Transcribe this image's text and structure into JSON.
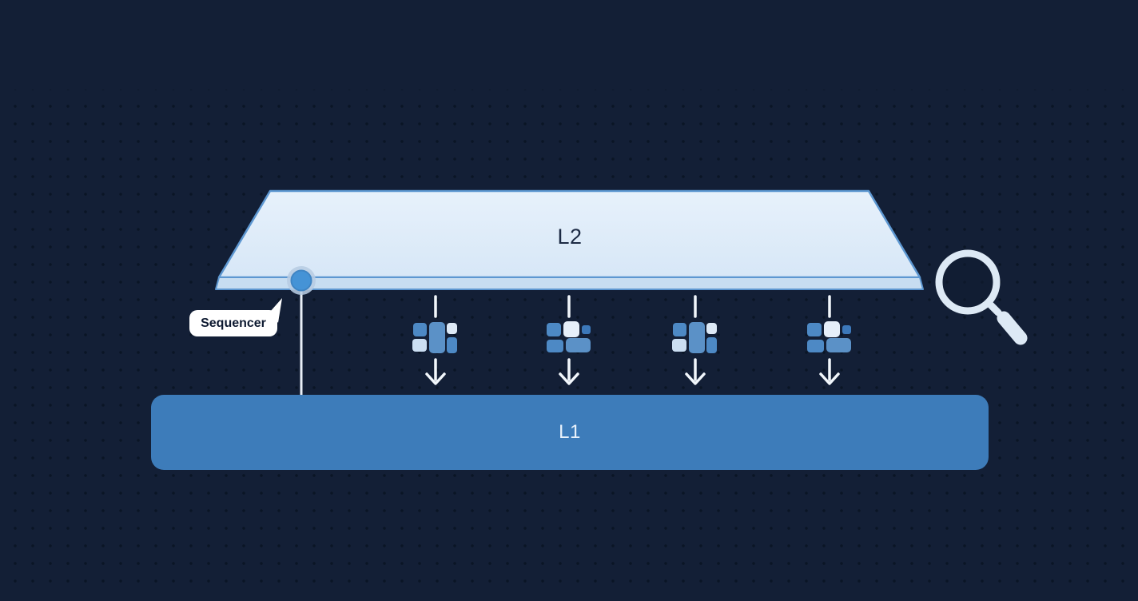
{
  "diagram": {
    "description": "Layer-2 rollup diagram: an L2 plane posts batched data down to the L1 chain via a sequencer",
    "l2": {
      "label": "L2"
    },
    "l1": {
      "label": "L1"
    },
    "sequencer": {
      "label": "Sequencer"
    },
    "batches": {
      "count": 4,
      "icon_name": "data-batch-blocks-icon",
      "arrow_name": "down-arrow"
    },
    "icons": {
      "magnifier": "magnifying-glass-icon",
      "sequencer_node": "sequencer-node-dot"
    },
    "colors": {
      "background": "#131f36",
      "dot_grid": "#0a1424",
      "l2_face_top": "#e7f1fb",
      "l2_face_bottom": "#d7e7f7",
      "l2_edge_band": "#c7ddf1",
      "l2_border": "#5d97d1",
      "l2_text": "#1c2a44",
      "l1_fill": "#3d7cba",
      "l1_text": "#e9f2fb",
      "sequencer_node": "#4593d6",
      "sequencer_node_ring": "#b7cce2",
      "connector_line": "#e9eff7",
      "arrow": "#f2f7fc",
      "tile_medium_blue": "#4d89c5",
      "tile_steel_blue": "#5b91c7",
      "tile_light_blue": "#cbdef2",
      "tile_white_blue": "#e6effa",
      "tile_dark_blue": "#3c78ba",
      "magnifier": "#dde9f5",
      "bubble_background": "#ffffff",
      "bubble_text": "#0d1930"
    }
  }
}
